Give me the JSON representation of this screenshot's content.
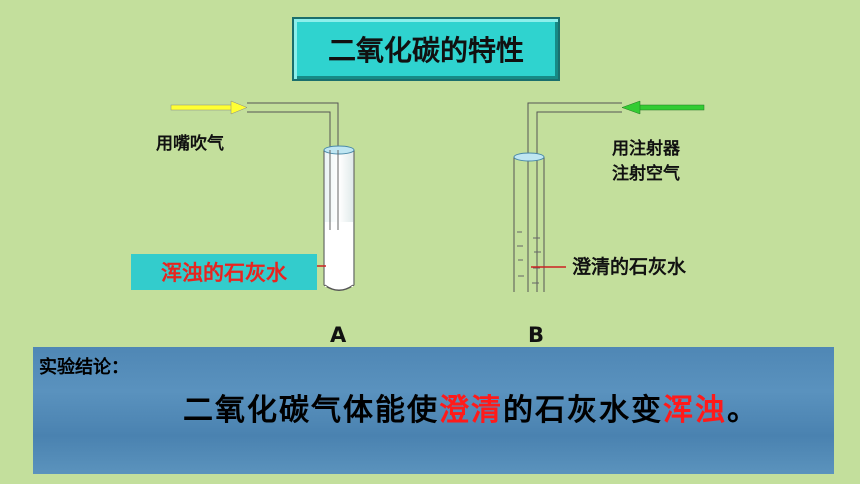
{
  "title": "二氧化碳的特性",
  "labels": {
    "blow_by_mouth": "用嘴吹气",
    "syringe_line1": "用注射器",
    "syringe_line2": "注射空气",
    "turbid_lime_water": "浑浊的石灰水",
    "clear_lime_water": "澄清的石灰水",
    "tube_a": "A",
    "tube_b": "B"
  },
  "conclusion": {
    "heading": "实验结论：",
    "part1": "二氧化碳气体能使",
    "part2_red": "澄清",
    "part3": "的石灰水变",
    "part4_red": "浑浊",
    "part5": "。"
  },
  "colors": {
    "background": "#c3df9c",
    "title_box": "#2fd3cf",
    "yellow_arrow": "#ffff33",
    "green_arrow": "#33cc33",
    "highlight_red": "#ff1a1a",
    "conclusion_bg": "#5289b6"
  }
}
